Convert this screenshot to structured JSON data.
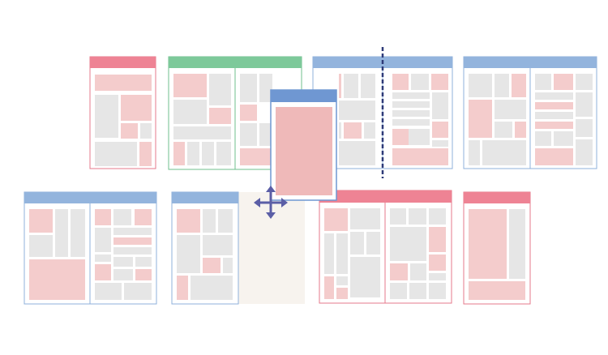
{
  "colors": {
    "pink_header": "#ee8394",
    "green_header": "#7dc99a",
    "blue_header": "#93b4dd",
    "blue_dark_header": "#6f97d2",
    "pink_border": "#e57a8b",
    "green_border": "#6fbf8c",
    "blue_border": "#8fb0db",
    "pink_block": "#f4cccc",
    "gray_block": "#e6e6e6",
    "dragged_block": "#efb9b9",
    "placeholder": "#f7f3ee",
    "divider": "#2e3a78",
    "move_icon": "#5b5ea6"
  },
  "icons": {
    "move": "move-arrows-icon",
    "insert_marker": "dashed-insertion-line"
  },
  "page_count": 14,
  "dragged_page": "single-page"
}
